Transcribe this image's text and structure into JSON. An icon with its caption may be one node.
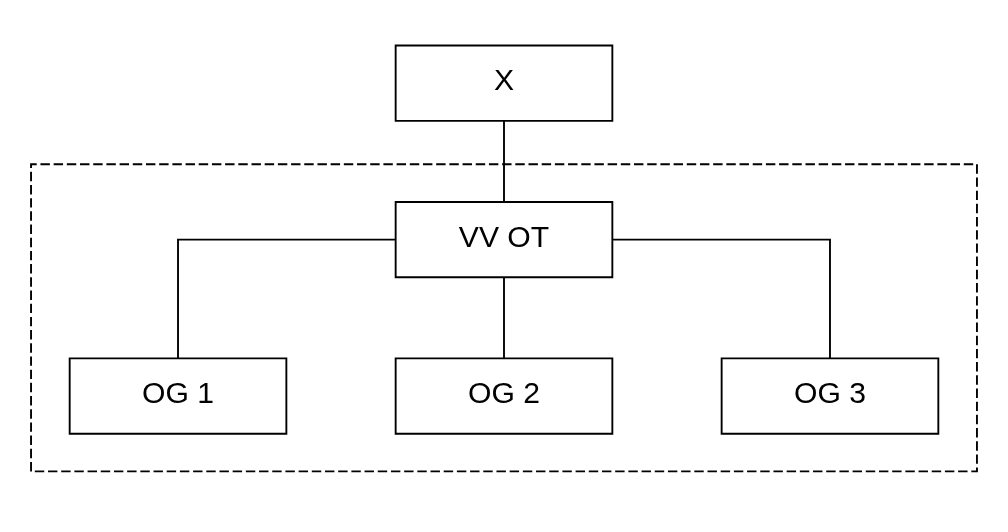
{
  "diagram": {
    "nodes": [
      {
        "text": [
          "X"
        ]
      },
      {
        "text": [],
        "shape": "box"
      },
      {
        "text": [
          "VV OT"
        ],
        "in": 1
      },
      {
        "text": [
          "OG 1"
        ],
        "in": 1
      },
      {
        "text": [
          "OG 2"
        ],
        "in": 1
      },
      {
        "text": [
          "OG 3"
        ],
        "in": 1
      }
    ],
    "edges": [
      {
        "from": 0,
        "to": 2,
        "arrow": "none"
      },
      {
        "from": 2,
        "to": 3,
        "arrow": "none"
      },
      {
        "from": 2,
        "to": 4,
        "arrow": "none"
      },
      {
        "from": 2,
        "to": 5,
        "arrow": "none"
      }
    ]
  }
}
